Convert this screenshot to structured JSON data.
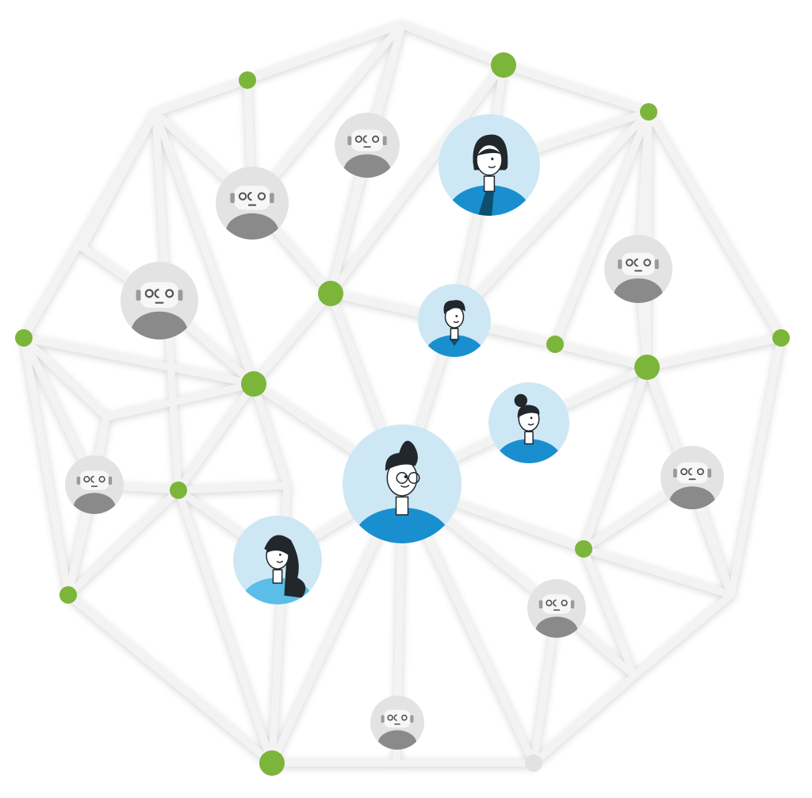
{
  "diagram": {
    "colors": {
      "background": "#ffffff",
      "link": "#f3f3f3",
      "node_green": "#7bb53a",
      "node_grey": "#e2e2e2",
      "human_bg": "#cde8f4",
      "human_blue": "#1a8fd0",
      "human_hair": "#22272b",
      "robot_bg": "#e3e3e3",
      "robot_face": "#f7f7f7",
      "robot_body": "#8a8a8a"
    },
    "avatars": [
      {
        "kind": "human",
        "name": "person-woman-bob"
      },
      {
        "kind": "human",
        "name": "person-man-curly"
      },
      {
        "kind": "human",
        "name": "person-woman-bun"
      },
      {
        "kind": "human",
        "name": "person-man-glasses"
      },
      {
        "kind": "human",
        "name": "person-woman-long-hair"
      },
      {
        "kind": "robot",
        "name": "robot-top"
      },
      {
        "kind": "robot",
        "name": "robot-upper-left"
      },
      {
        "kind": "robot",
        "name": "robot-left"
      },
      {
        "kind": "robot",
        "name": "robot-far-left"
      },
      {
        "kind": "robot",
        "name": "robot-right-upper"
      },
      {
        "kind": "robot",
        "name": "robot-right"
      },
      {
        "kind": "robot",
        "name": "robot-lower-right"
      },
      {
        "kind": "robot",
        "name": "robot-bottom"
      }
    ]
  }
}
